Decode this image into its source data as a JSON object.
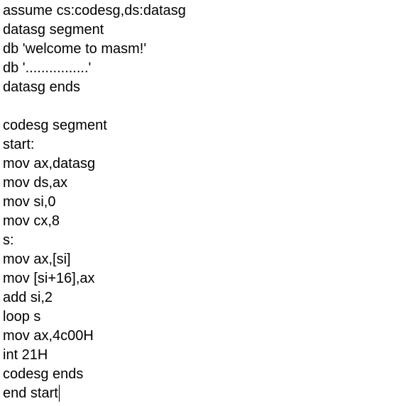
{
  "editor": {
    "lines": [
      "assume cs:codesg,ds:datasg",
      "datasg segment",
      "db 'welcome to masm!'",
      "db '................'",
      "datasg ends",
      "",
      "codesg segment",
      "start:",
      "mov ax,datasg",
      "mov ds,ax",
      "mov si,0",
      "mov cx,8",
      "s:",
      "mov ax,[si]",
      "mov [si+16],ax",
      "add si,2",
      "loop s",
      "mov ax,4c00H",
      "int 21H",
      "codesg ends",
      "end start"
    ]
  }
}
